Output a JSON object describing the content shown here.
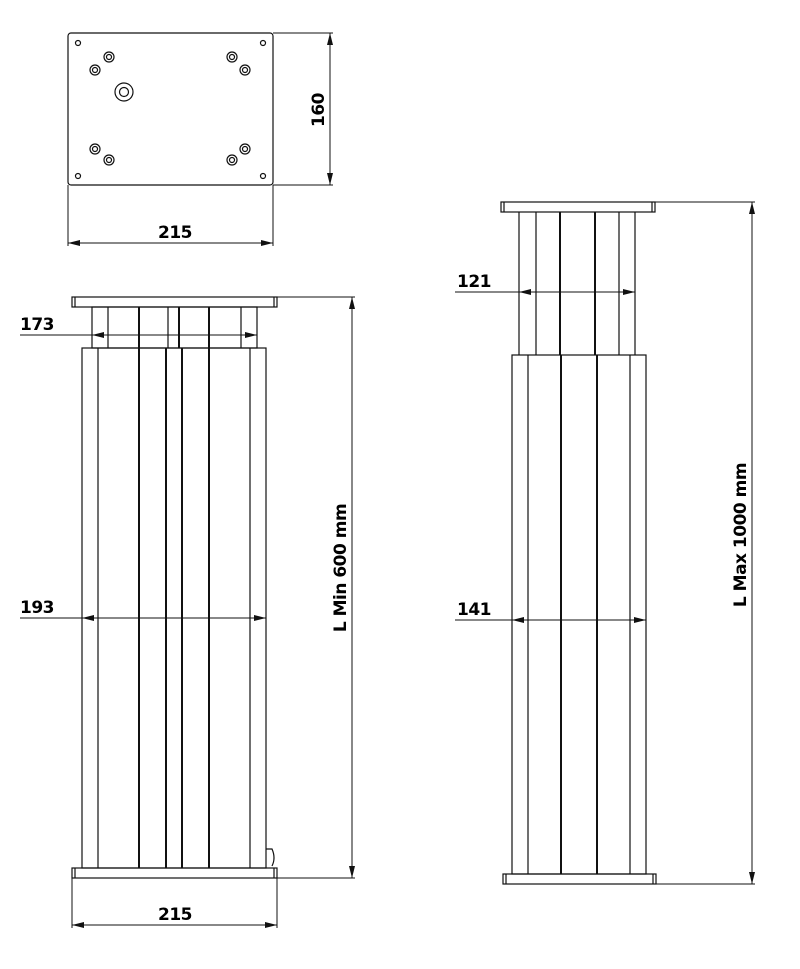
{
  "top_view": {
    "width_label": "215",
    "depth_label": "160"
  },
  "column_min": {
    "upper_width_label": "173",
    "lower_width_label": "193",
    "height_label": "L Min 600 mm",
    "base_width_label": "215"
  },
  "column_max": {
    "upper_width_label": "121",
    "lower_width_label": "141",
    "height_label": "L Max 1000 mm"
  }
}
